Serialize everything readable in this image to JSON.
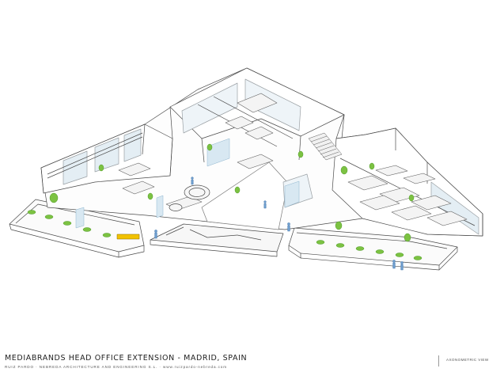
{
  "title": "MEDIABRANDS HEAD OFFICE EXTENSION - MADRID, SPAIN",
  "subtitle": "RUIZ PARDO · NEBREDA ARCHITECTURE AND ENGINEERING S.L. · www.ruizpardo-nebreda.com",
  "view_label": "AXONOMETRIC VIEW",
  "colors": {
    "line": "#4a4a4a",
    "light_line": "#9aa0a4",
    "glass": "#a9c9dc",
    "plant": "#7cc242",
    "plant_dark": "#4f9a2b",
    "sign": "#f2c200",
    "person": "#6f9fd0"
  }
}
